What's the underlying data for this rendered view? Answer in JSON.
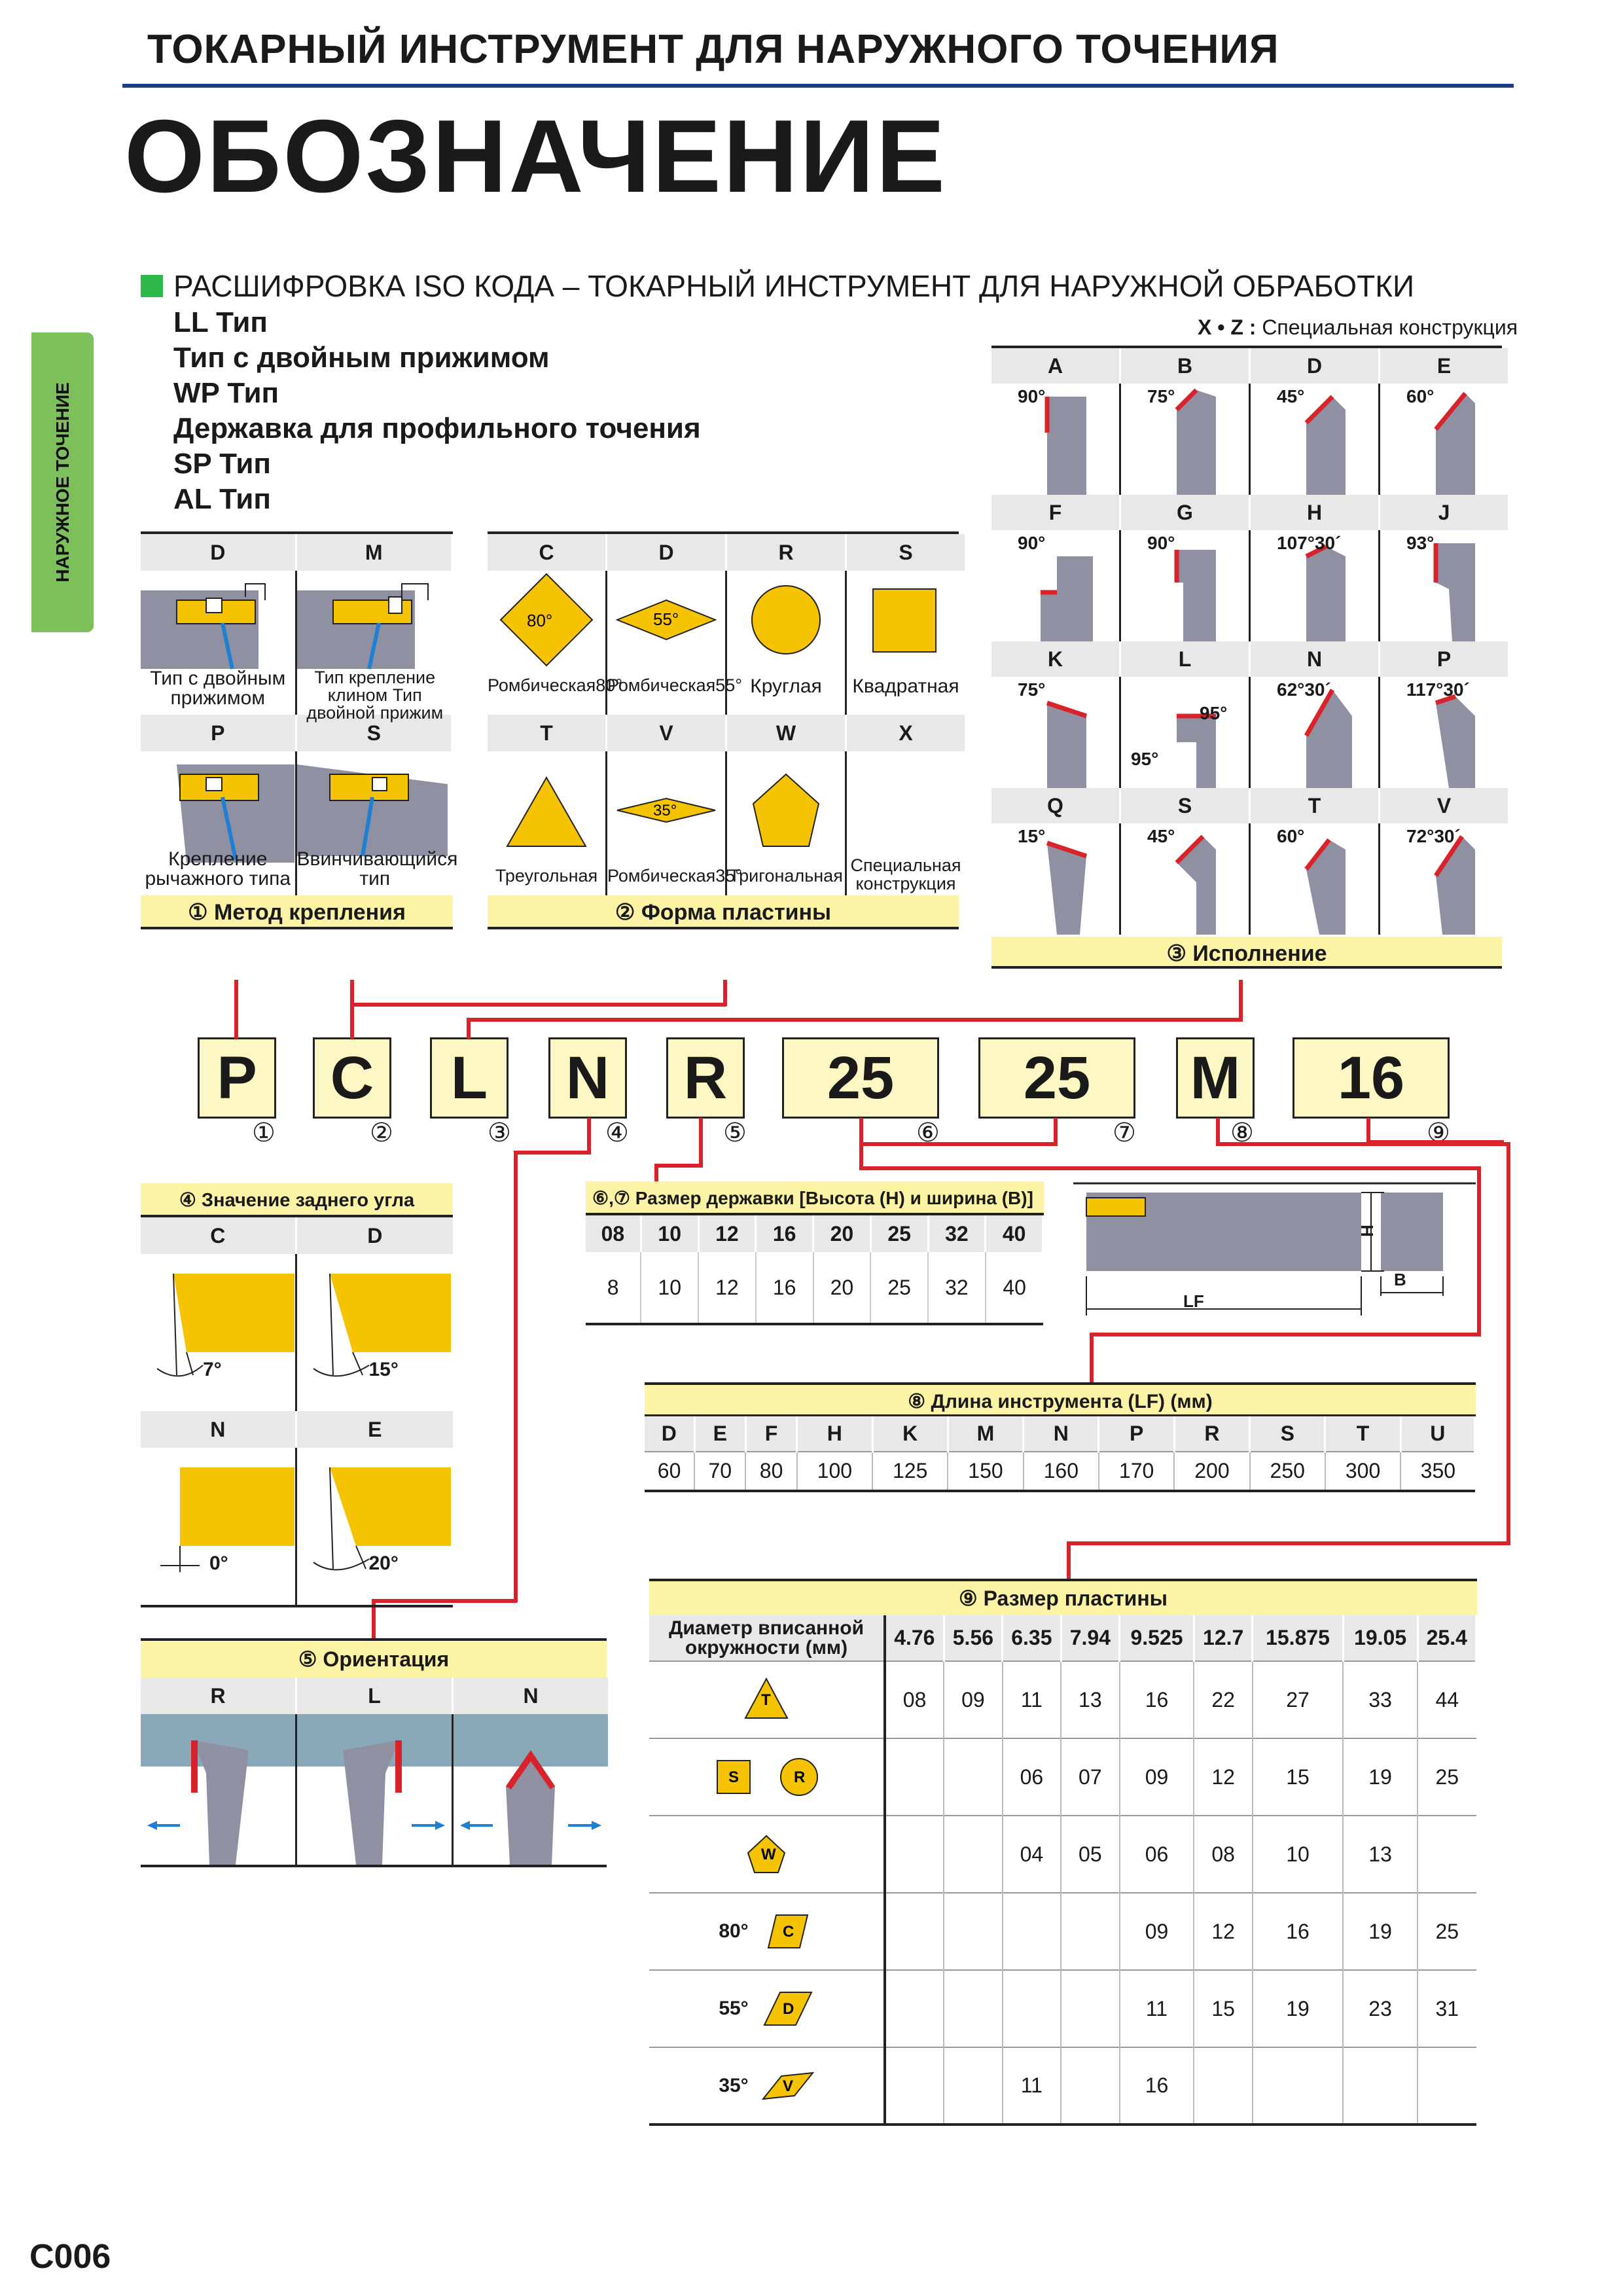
{
  "header": {
    "title": "ТОКАРНЫЙ ИНСТРУМЕНТ ДЛЯ НАРУЖНОГО ТОЧЕНИЯ",
    "main_title": "ОБОЗНАЧЕНИЕ"
  },
  "side_tab": "НАРУЖНОЕ ТОЧЕНИЕ",
  "decode": {
    "title": "РАСШИФРОВКА ISO КОДА – ТОКАРНЫЙ ИНСТРУМЕНТ ДЛЯ НАРУЖНОЙ ОБРАБОТКИ",
    "types": [
      "LL Тип",
      "Тип с двойным прижимом",
      "WP Тип",
      "Державка для профильного точения",
      "SP Тип",
      "AL Тип"
    ]
  },
  "xz_note": {
    "code": "X • Z :",
    "text": "Специальная конструкция"
  },
  "clamping": {
    "caption": "① Метод крепления",
    "items": [
      {
        "code": "D",
        "label": "Тип с двойным прижимом"
      },
      {
        "code": "M",
        "label": "Тип крепление клином Тип двойной прижим"
      },
      {
        "code": "P",
        "label": "Крепление рычажного типа"
      },
      {
        "code": "S",
        "label": "Ввинчивающийся тип"
      }
    ]
  },
  "insert_shape": {
    "caption": "② Форма пластины",
    "items": [
      {
        "code": "C",
        "label": "Ромбическая80°",
        "angle": "80°"
      },
      {
        "code": "D",
        "label": "Ромбическая55°",
        "angle": "55°"
      },
      {
        "code": "R",
        "label": "Круглая"
      },
      {
        "code": "S",
        "label": "Квадратная"
      },
      {
        "code": "T",
        "label": "Треугольная"
      },
      {
        "code": "V",
        "label": "Ромбическая35°",
        "angle": "35°"
      },
      {
        "code": "W",
        "label": "Тригональная"
      },
      {
        "code": "X",
        "label": "Специальная конструкция"
      }
    ]
  },
  "style": {
    "caption": "③ Исполнение",
    "items": [
      {
        "code": "A",
        "angle": "90°"
      },
      {
        "code": "B",
        "angle": "75°"
      },
      {
        "code": "D",
        "angle": "45°"
      },
      {
        "code": "E",
        "angle": "60°"
      },
      {
        "code": "F",
        "angle": "90°"
      },
      {
        "code": "G",
        "angle": "90°"
      },
      {
        "code": "H",
        "angle": "107°30´"
      },
      {
        "code": "J",
        "angle": "93°"
      },
      {
        "code": "K",
        "angle": "75°"
      },
      {
        "code": "L",
        "angle": "95°",
        "angle2": "95°"
      },
      {
        "code": "N",
        "angle": "62°30´"
      },
      {
        "code": "P",
        "angle": "117°30´"
      },
      {
        "code": "Q",
        "angle": "15°"
      },
      {
        "code": "S",
        "angle": "45°"
      },
      {
        "code": "T",
        "angle": "60°"
      },
      {
        "code": "V",
        "angle": "72°30´"
      }
    ]
  },
  "code": [
    {
      "v": "P",
      "n": "①"
    },
    {
      "v": "C",
      "n": "②"
    },
    {
      "v": "L",
      "n": "③"
    },
    {
      "v": "N",
      "n": "④"
    },
    {
      "v": "R",
      "n": "⑤"
    },
    {
      "v": "25",
      "n": "⑥"
    },
    {
      "v": "25",
      "n": "⑦"
    },
    {
      "v": "M",
      "n": "⑧"
    },
    {
      "v": "16",
      "n": "⑨"
    }
  ],
  "clearance": {
    "caption": "④ Значение заднего угла пластины",
    "items": [
      {
        "code": "C",
        "angle": "7°"
      },
      {
        "code": "D",
        "angle": "15°"
      },
      {
        "code": "N",
        "angle": "0°"
      },
      {
        "code": "E",
        "angle": "20°"
      }
    ]
  },
  "shank": {
    "caption": "⑥,⑦ Размер державки [Высота (H) и ширина (B)] (мм)",
    "codes": [
      "08",
      "10",
      "12",
      "16",
      "20",
      "25",
      "32",
      "40"
    ],
    "values": [
      "8",
      "10",
      "12",
      "16",
      "20",
      "25",
      "32",
      "40"
    ],
    "labels": {
      "h": "H",
      "b": "B",
      "lf": "LF"
    }
  },
  "length": {
    "caption": "⑧ Длина инструмента (LF) (мм)",
    "codes": [
      "D",
      "E",
      "F",
      "H",
      "K",
      "M",
      "N",
      "P",
      "R",
      "S",
      "T",
      "U"
    ],
    "values": [
      "60",
      "70",
      "80",
      "100",
      "125",
      "150",
      "160",
      "170",
      "200",
      "250",
      "300",
      "350"
    ]
  },
  "orientation": {
    "caption": "⑤ Ориентация",
    "items": [
      "R",
      "L",
      "N"
    ]
  },
  "insert_size": {
    "caption": "⑨ Размер пластины",
    "header": "Диаметр вписанной окружности (мм)",
    "diameters": [
      "4.76",
      "5.56",
      "6.35",
      "7.94",
      "9.525",
      "12.7",
      "15.875",
      "19.05",
      "25.4"
    ],
    "rows": [
      {
        "shapes": [
          "T"
        ],
        "angle": "",
        "values": [
          "08",
          "09",
          "11",
          "13",
          "16",
          "22",
          "27",
          "33",
          "44"
        ]
      },
      {
        "shapes": [
          "S",
          "R"
        ],
        "angle": "",
        "values": [
          "",
          "",
          "06",
          "07",
          "09",
          "12",
          "15",
          "19",
          "25"
        ]
      },
      {
        "shapes": [
          "W"
        ],
        "angle": "",
        "values": [
          "",
          "",
          "04",
          "05",
          "06",
          "08",
          "10",
          "13",
          ""
        ]
      },
      {
        "shapes": [
          "C"
        ],
        "angle": "80°",
        "values": [
          "",
          "",
          "",
          "",
          "09",
          "12",
          "16",
          "19",
          "25"
        ]
      },
      {
        "shapes": [
          "D"
        ],
        "angle": "55°",
        "values": [
          "",
          "",
          "",
          "",
          "11",
          "15",
          "19",
          "23",
          "31"
        ]
      },
      {
        "shapes": [
          "V"
        ],
        "angle": "35°",
        "values": [
          "",
          "",
          "11",
          "",
          "16",
          "",
          "",
          "",
          ""
        ]
      }
    ]
  },
  "page_number": "C006",
  "colors": {
    "accent_red": "#d9232b",
    "caption_yellow": "#fcf3a5",
    "insert_yellow": "#f6c300",
    "tool_grey": "#8f91a3",
    "side_green": "#7dbf5a",
    "rule_blue": "#1a3d8a"
  }
}
